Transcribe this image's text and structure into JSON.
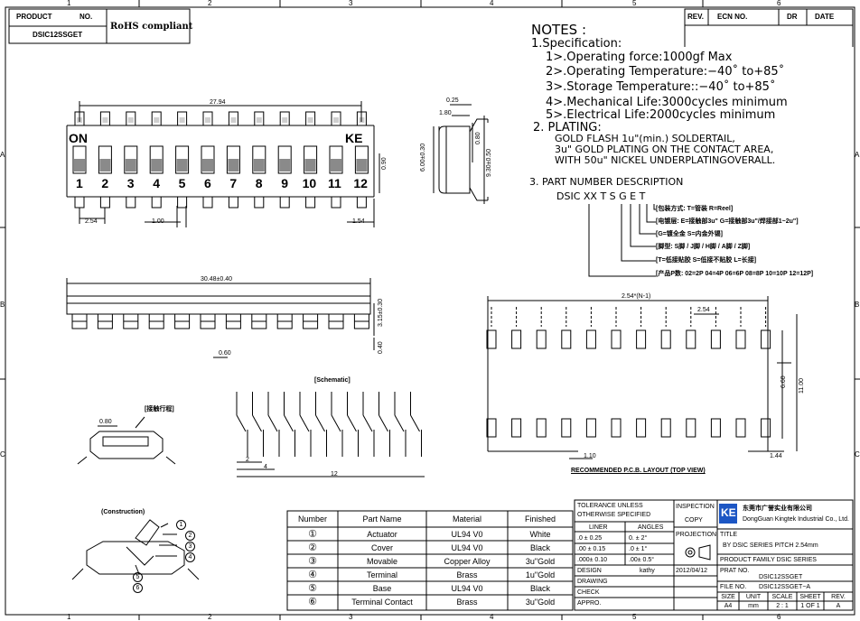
{
  "frame": {
    "columns": [
      "1",
      "2",
      "3",
      "4",
      "5",
      "6"
    ],
    "rows": [
      "A",
      "B",
      "C"
    ]
  },
  "title_block": {
    "product_label": "PRODUCT",
    "no_label": "NO.",
    "part_no": "DSIC12SSGET",
    "rohs": "RoHS compliant"
  },
  "revision": {
    "headers": [
      "REV.",
      "ECN NO.",
      "DR",
      "DATE"
    ]
  },
  "notes": {
    "title": "NOTES :",
    "lines": [
      "1.Specification:",
      "1>.Operating force:1000gf Max",
      "2>.Operating Temperature:−40˚ to+85˚",
      "3>.Storage Temperature::−40˚ to+85˚",
      "4>.Mechanical Life:3000cycles minimum",
      "5>.Electrical Life:2000cycles minimum",
      "2. PLATING:",
      "GOLD FLASH 1u\"(min.) SOLDERTAIL,",
      "3u\" GOLD PLATING  ON THE CONTACT AREA,",
      "WITH 50u\" NICKEL UNDERPLATINGOVERALL."
    ]
  },
  "part_number": {
    "title": "3. PART NUMBER DESCRIPTION",
    "code": "DSIC XX  T  S G E T",
    "items": [
      "[包装方式: T=管装  R=Reel]",
      "[电镀层: E=接触部3u\" G=接触部3u\"/焊接部1~2u\"]",
      "[G=镀全金  S=内金外锡]",
      "[脚型: S脚 / J脚 / H脚 / A脚 / Z脚]",
      "[T=低接贴胶  S=低接不贴胶 L=长接]",
      "[产品P数: 02=2P 04=4P 06=6P 08=8P 10=10P 12=12P]"
    ]
  },
  "top_view": {
    "on_label": "ON",
    "ke_label": "KE",
    "pin_numbers": [
      "1",
      "2",
      "3",
      "4",
      "5",
      "6",
      "7",
      "8",
      "9",
      "10",
      "11",
      "12"
    ],
    "dims": {
      "overall": "27.94",
      "pitch": "2.54",
      "width": "1.00",
      "side": "1.54",
      "height": "0.90"
    }
  },
  "side_view": {
    "dims": {
      "top": "0.25",
      "lead": "1.80",
      "body": "6.00±0.30",
      "overall": "9.30±0.50",
      "h": "0.80"
    }
  },
  "front_view": {
    "dims": {
      "length": "30.48±0.40",
      "height": "3.15±0.30",
      "lead": "0.60",
      "standoff": "0.40"
    }
  },
  "pcb_layout": {
    "title": "RECOMMENDED P.C.B. LAYOUT (TOP VIEW)",
    "dims": {
      "span": "2.54*(N-1)",
      "pitch": "2.54",
      "inner": "6.60",
      "outer": "11.00",
      "pad_w": "1.10",
      "pad_l": "1.44"
    }
  },
  "schematic": {
    "title": "[Schematic]",
    "dims": {
      "a": "2",
      "b": "4",
      "c": "12"
    }
  },
  "cross_section": {
    "dim": "0.80",
    "note": "[接触行程]"
  },
  "construction": {
    "title": "(Construction)",
    "callouts": [
      "1",
      "2",
      "3",
      "4",
      "5",
      "6"
    ]
  },
  "materials": {
    "headers": [
      "Number",
      "Part Name",
      "Material",
      "Finished"
    ],
    "rows": [
      [
        "①",
        "Actuator",
        "UL94 V0",
        "White"
      ],
      [
        "②",
        "Cover",
        "UL94 V0",
        "Black"
      ],
      [
        "③",
        "Movable",
        "Copper Alloy",
        "3u\"Gold"
      ],
      [
        "④",
        "Terminal",
        "Brass",
        "1u\"Gold"
      ],
      [
        "⑤",
        "Base",
        "UL94 V0",
        "Black"
      ],
      [
        "⑥",
        "Terminal Contact",
        "Brass",
        "3u\"Gold"
      ]
    ]
  },
  "tolerance": {
    "header1": "TOLERANCE UNLESS",
    "header2": "OTHERWISE SPECIFIED",
    "liner": "LINER",
    "angles": "ANGLES",
    "rows": [
      [
        ".0  ±  0.25",
        "0.  ±  2°"
      ],
      [
        ".00  ±  0.15",
        ".0  ±  1°"
      ],
      [
        ".000± 0.10",
        ".00±  0.5°"
      ]
    ]
  },
  "signoff": {
    "inspection": "INSPECTION",
    "copy": "COPY",
    "projection": "PROJECTION",
    "design": "DESIGN",
    "designer": "kathy",
    "date": "2012/04/12",
    "drawing": "DRAWING",
    "check": "CHECK",
    "appro": "APPRO."
  },
  "company": {
    "logo": "KE",
    "name_cn": "东莞市广誉实业有限公司",
    "name_en": "DongGuan Kingtek Industrial Co., Ltd."
  },
  "doc_info": {
    "title_label": "TITLE",
    "title": "BY DSIC SERIES PITCH 2.54mm",
    "family": "PRODUCT FAMILY DSIC SERIES",
    "prat_label": "PRAT NO.",
    "prat_no": "DSIC12SSGET",
    "file_label": "FILE NO.",
    "file_no": "DSIC12SSGET−A",
    "size_headers": [
      "SIZE",
      "UNIT",
      "SCALE",
      "SHEET",
      "REV."
    ],
    "size_values": [
      "A4",
      "mm",
      "2 : 1",
      "1 OF 1",
      "A"
    ]
  }
}
